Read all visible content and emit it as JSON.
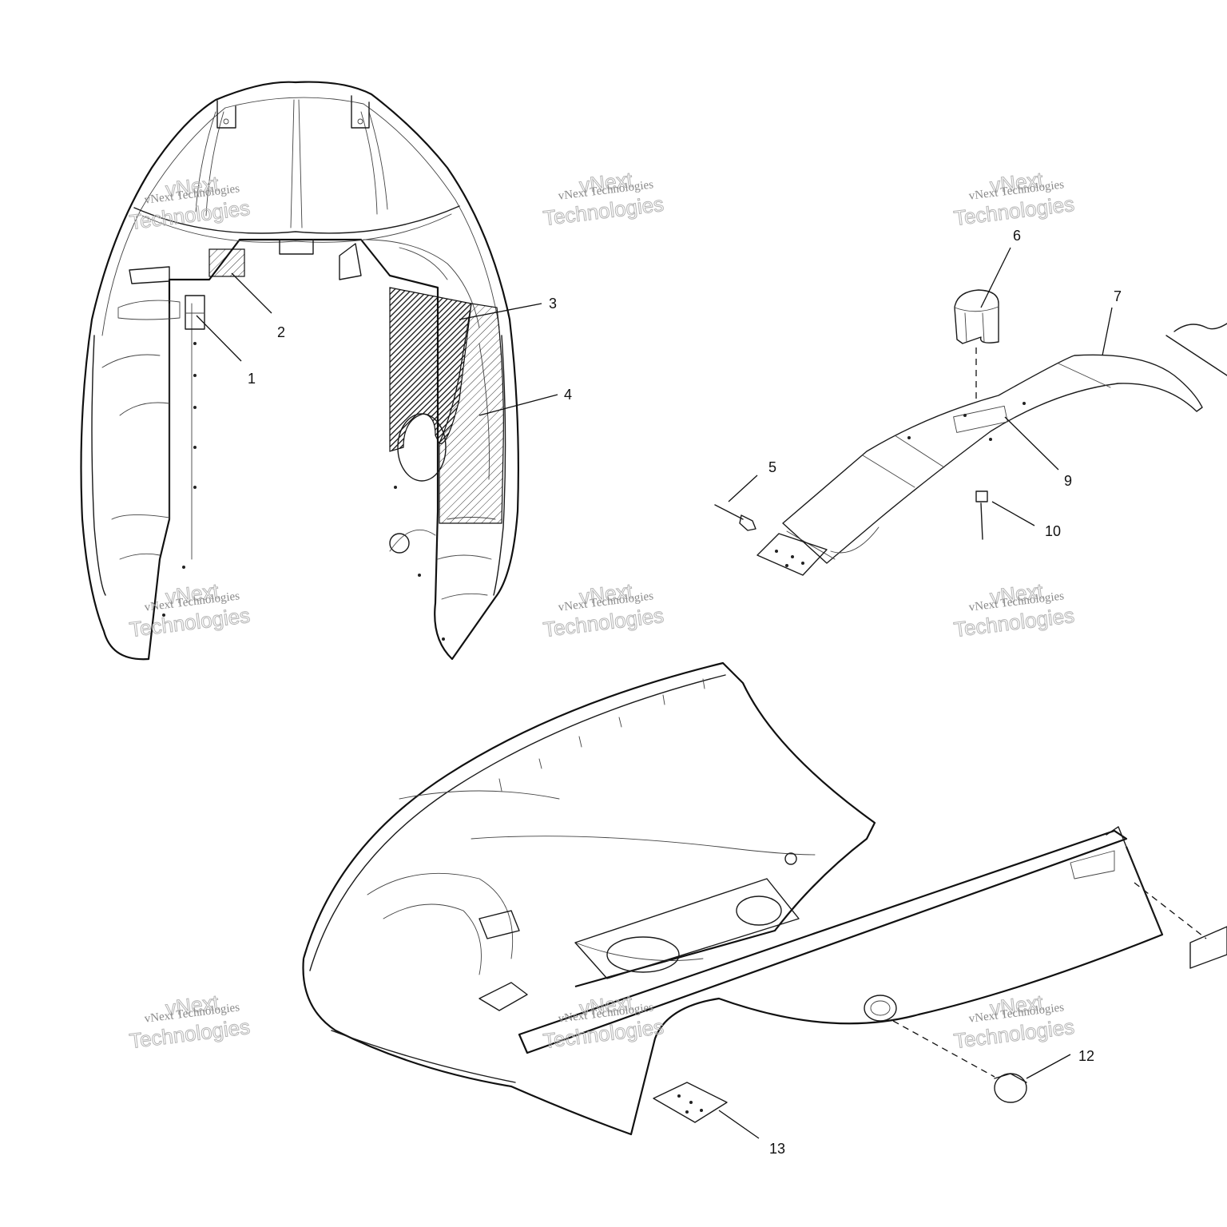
{
  "callouts": [
    "1",
    "2",
    "3",
    "4",
    "5",
    "6",
    "7",
    "9",
    "10",
    "12",
    "13"
  ],
  "watermark": {
    "line1": "vNext Technologies",
    "line2_a": "vNext",
    "line2_b": "Technologies"
  }
}
